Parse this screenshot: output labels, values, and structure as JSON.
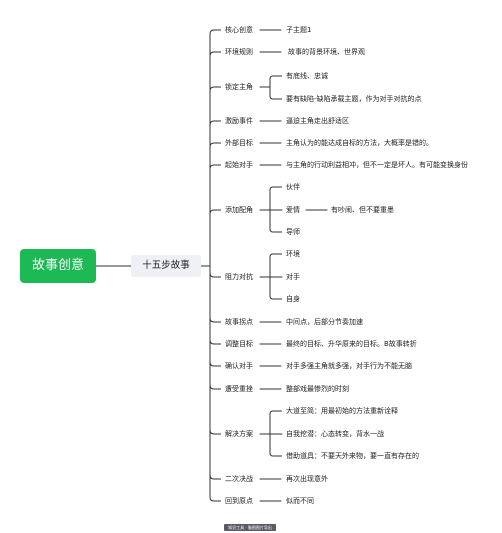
{
  "diagram": {
    "root": {
      "label": "故事创意"
    },
    "center": {
      "label": "十五步故事"
    },
    "branches": [
      {
        "label": "核心创意",
        "children": [
          {
            "label": "子主题1"
          }
        ]
      },
      {
        "label": "环境规则",
        "children": [
          {
            "label": "故事的背景环境、世界观"
          }
        ]
      },
      {
        "label": "锁定主角",
        "children": [
          {
            "label": "有底线、忠诚"
          },
          {
            "label": "要有缺陷-缺陷承载主题，作为对手对抗的点"
          }
        ]
      },
      {
        "label": "激励事件",
        "children": [
          {
            "label": "逼迫主角走出舒适区"
          }
        ]
      },
      {
        "label": "外部目标",
        "children": [
          {
            "label": "主角认为的能达成自标的方法，大概率是错的。"
          }
        ]
      },
      {
        "label": "起始对手",
        "children": [
          {
            "label": "与主角的行动利益相冲，但不一定是坏人。有可能变换身份"
          }
        ]
      },
      {
        "label": "添加配角",
        "children": [
          {
            "label": "伙伴"
          },
          {
            "label": "爱情",
            "children": [
              {
                "label": "有吵闹、但不要重墨"
              }
            ]
          },
          {
            "label": "导师"
          }
        ]
      },
      {
        "label": "阻力对抗",
        "children": [
          {
            "label": "环境"
          },
          {
            "label": "对手"
          },
          {
            "label": "自身"
          }
        ]
      },
      {
        "label": "故事拐点",
        "children": [
          {
            "label": "中间点，后部分节奏加速"
          }
        ]
      },
      {
        "label": "调整目标",
        "children": [
          {
            "label": "最终的目标、升华原来的目标。B故事转折"
          }
        ]
      },
      {
        "label": "确认对手",
        "children": [
          {
            "label": "对手多强主角就多强，对手行为不能无脑"
          }
        ]
      },
      {
        "label": "遭受重挫",
        "children": [
          {
            "label": "整部戏最惨烈的时刻"
          }
        ]
      },
      {
        "label": "解决方案",
        "children": [
          {
            "label": "大道至简：用最初始的方法重新诠释"
          },
          {
            "label": "自我挖潜：心态转变，背水一战"
          },
          {
            "label": "借助道具：不要天外来物，要一直有存在的"
          }
        ]
      },
      {
        "label": "二次决战",
        "children": [
          {
            "label": "再次出现意外"
          }
        ]
      },
      {
        "label": "回到原点",
        "children": [
          {
            "label": "似而不同"
          }
        ]
      }
    ]
  },
  "watermark": {
    "text": "知识工具 · 脑图图片导出"
  },
  "colors": {
    "root_fill": "#1db954",
    "center_fill": "#eef0f5",
    "line": "#333333"
  }
}
